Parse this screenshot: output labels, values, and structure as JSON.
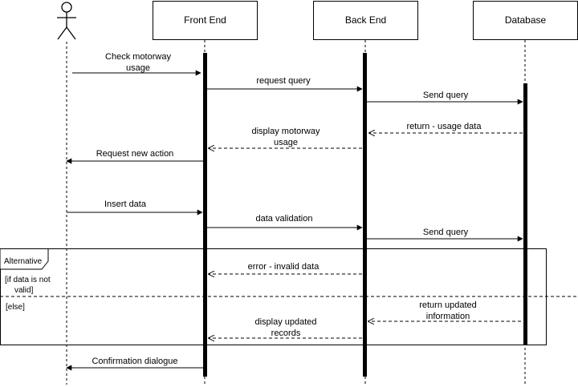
{
  "participants": [
    {
      "id": "user",
      "label": "",
      "kind": "actor"
    },
    {
      "id": "frontend",
      "label": "Front End",
      "kind": "box"
    },
    {
      "id": "backend",
      "label": "Back End",
      "kind": "box"
    },
    {
      "id": "database",
      "label": "Database",
      "kind": "box"
    }
  ],
  "messages": [
    {
      "from": "user",
      "to": "frontend",
      "lines": [
        "Check motorway",
        "usage"
      ],
      "style": "solid"
    },
    {
      "from": "frontend",
      "to": "backend",
      "lines": [
        "request query"
      ],
      "style": "solid"
    },
    {
      "from": "backend",
      "to": "database",
      "lines": [
        "Send query"
      ],
      "style": "solid"
    },
    {
      "from": "database",
      "to": "backend",
      "lines": [
        "return - usage data"
      ],
      "style": "dashed"
    },
    {
      "from": "backend",
      "to": "frontend",
      "lines": [
        "display motorway",
        "usage"
      ],
      "style": "dashed"
    },
    {
      "from": "frontend",
      "to": "user",
      "lines": [
        "Request new action"
      ],
      "style": "solid"
    },
    {
      "from": "user",
      "to": "frontend",
      "lines": [
        "Insert data"
      ],
      "style": "solid"
    },
    {
      "from": "frontend",
      "to": "backend",
      "lines": [
        "data validation"
      ],
      "style": "solid"
    },
    {
      "from": "backend",
      "to": "database",
      "lines": [
        "Send query"
      ],
      "style": "solid"
    },
    {
      "from": "backend",
      "to": "frontend",
      "lines": [
        "error - invalid data"
      ],
      "style": "dashed"
    },
    {
      "from": "database",
      "to": "backend",
      "lines": [
        "return updated",
        "information"
      ],
      "style": "dashed"
    },
    {
      "from": "backend",
      "to": "frontend",
      "lines": [
        "display updated",
        "records"
      ],
      "style": "dashed"
    },
    {
      "from": "frontend",
      "to": "user",
      "lines": [
        "Confirmation dialogue"
      ],
      "style": "solid"
    }
  ],
  "fragment": {
    "label": "Alternative",
    "guard_lines": [
      "[if data is not",
      "valid]"
    ],
    "else_label": "[else]"
  },
  "colors": {
    "line": "#000000",
    "background": "#ffffff"
  }
}
